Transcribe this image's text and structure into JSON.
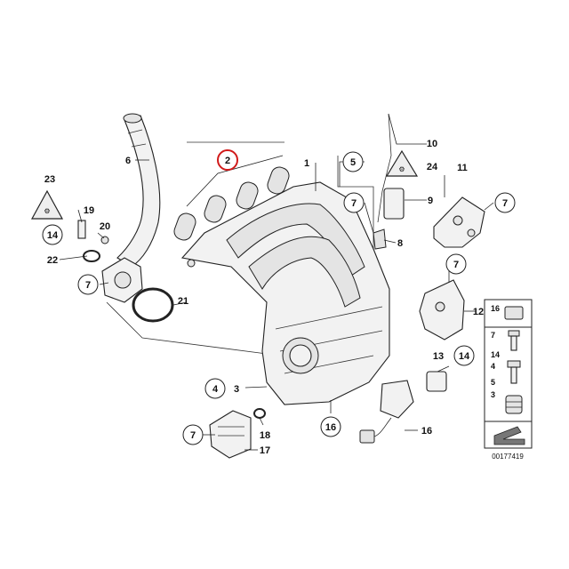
{
  "diagram": {
    "callouts": {
      "c1": "1",
      "c2": "2",
      "c3": "3",
      "c4": "4",
      "c5": "5",
      "c6": "6",
      "c7a": "7",
      "c7b": "7",
      "c7c": "7",
      "c7d": "7",
      "c7e": "7",
      "c8": "8",
      "c9": "9",
      "c10": "10",
      "c11": "11",
      "c12": "12",
      "c13": "13",
      "c14a": "14",
      "c14b": "14",
      "c16a": "16",
      "c16b": "16",
      "c17": "17",
      "c18": "18",
      "c19": "19",
      "c20": "20",
      "c21": "21",
      "c22": "22",
      "c23": "23",
      "c24": "24"
    },
    "parts_legend": [
      "16",
      "7",
      "14",
      "4",
      "5",
      "3"
    ],
    "reference_number": "00177419",
    "highlight_color": "#d11a1a"
  }
}
